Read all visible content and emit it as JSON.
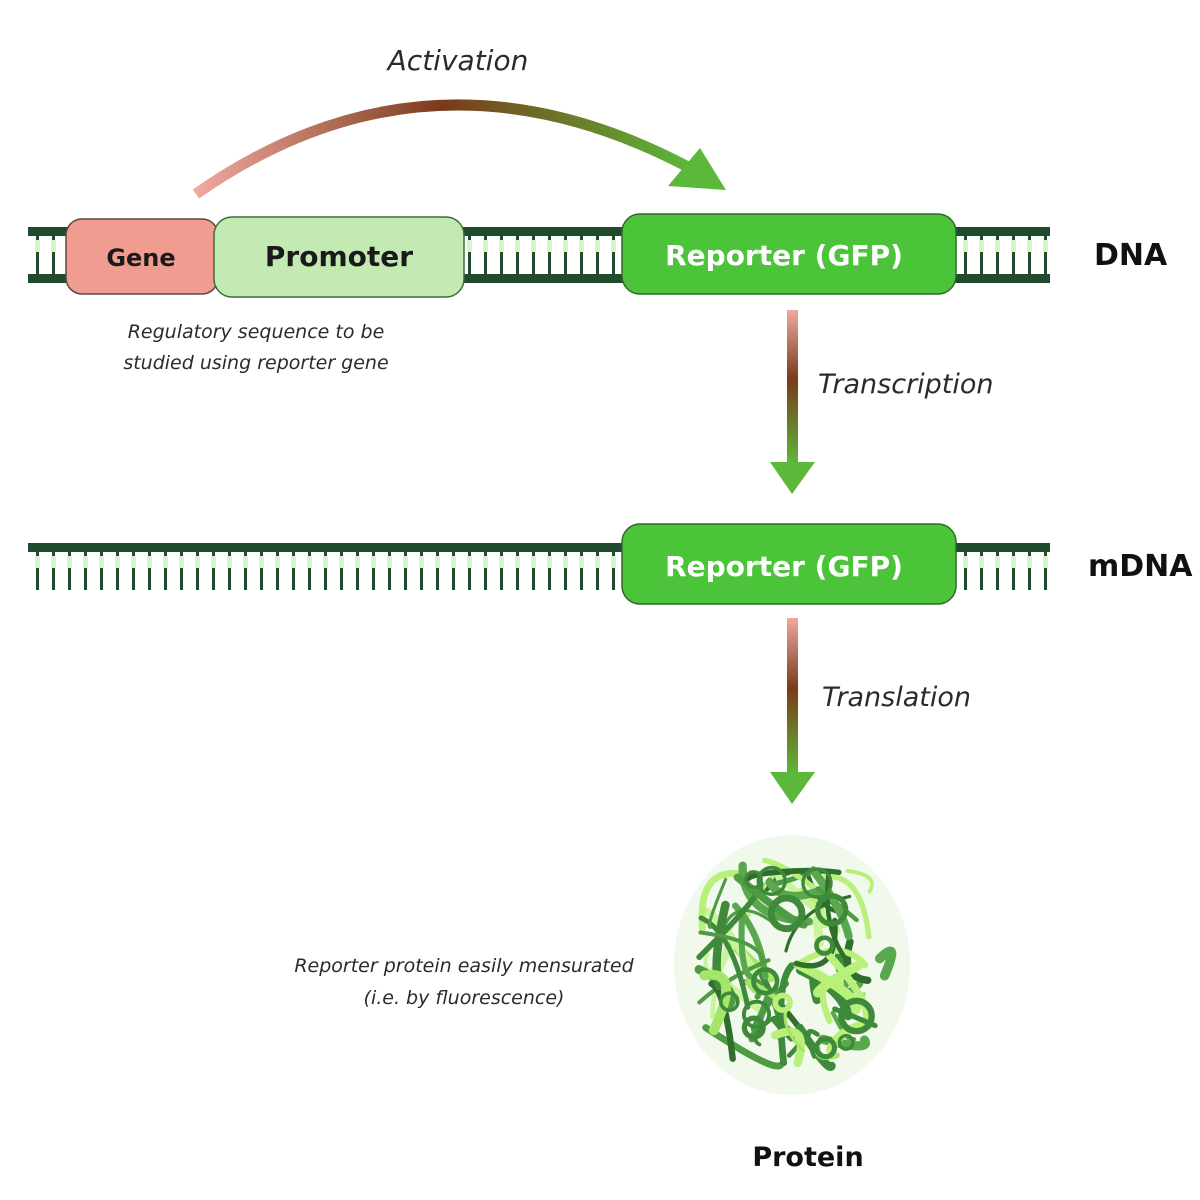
{
  "labels": {
    "activation": "Activation",
    "transcription": "Transcription",
    "translation": "Translation",
    "dna": "DNA",
    "mdna": "mDNA",
    "protein": "Protein"
  },
  "boxes": {
    "gene": "Gene",
    "promoter": "Promoter",
    "reporter_dna": "Reporter (GFP)",
    "reporter_mdna": "Reporter (GFP)"
  },
  "notes": {
    "regulatory_line1": "Regulatory sequence to be",
    "regulatory_line2": "studied using reporter gene",
    "reporter_line1": "Reporter protein easily mensurated",
    "reporter_line2": "(i.e. by fluorescence)"
  },
  "colors": {
    "strand": "#1f4a2e",
    "gene_fill": "#f09c90",
    "promoter_fill": "#c4eab3",
    "reporter_fill": "#4cc43a",
    "arrow_start": "#f0a8a0",
    "arrow_mid": "#7a3a1a",
    "arrow_end": "#5cb83a",
    "protein_dark": "#3f8a3a",
    "protein_light": "#b8f07a"
  }
}
